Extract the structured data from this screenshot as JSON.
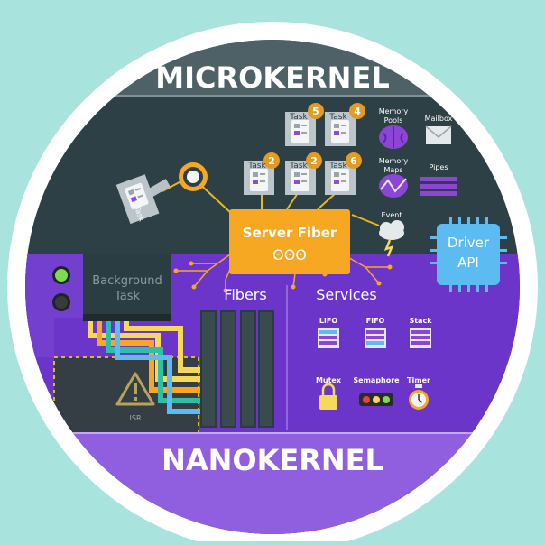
{
  "titles": {
    "top": "MICROKERNEL",
    "bottom": "NANOKERNEL"
  },
  "server_fiber": {
    "label": "Server Fiber",
    "symbol": "ʘʘʘ"
  },
  "background_task": {
    "line1": "Background",
    "line2": "Task"
  },
  "isr": {
    "label": "ISR"
  },
  "sections": {
    "fibers": "Fibers",
    "services": "Services"
  },
  "driver_api": {
    "line1": "Driver",
    "line2": "API"
  },
  "rotated_task": {
    "label": "Task"
  },
  "tasks": [
    {
      "label": "Task",
      "number": "5"
    },
    {
      "label": "Task",
      "number": "4"
    },
    {
      "label": "Task",
      "number": "2"
    },
    {
      "label": "Task",
      "number": "2"
    },
    {
      "label": "Task",
      "number": "6"
    }
  ],
  "kernel_objects": {
    "memory_pools": {
      "line1": "Memory",
      "line2": "Pools"
    },
    "mailbox": "Mailbox",
    "memory_maps": {
      "line1": "Memory",
      "line2": "Maps"
    },
    "pipes": "Pipes",
    "event": "Event"
  },
  "services": {
    "lifo": "LIFO",
    "fifo": "FIFO",
    "stack": "Stack",
    "mutex": "Mutex",
    "semaphore": "Semaphore",
    "timer": "Timer"
  },
  "colors": {
    "page_background": "#a9e3de",
    "micro_background": "#2c4045",
    "nano_purple": "#6a35c8",
    "band_purple": "#8f5fe0",
    "server_fiber_orange": "#f7a823",
    "task_number_orange": "#e39b22",
    "driver_blue": "#5cbbf1",
    "title_grey": "#5e7074"
  }
}
